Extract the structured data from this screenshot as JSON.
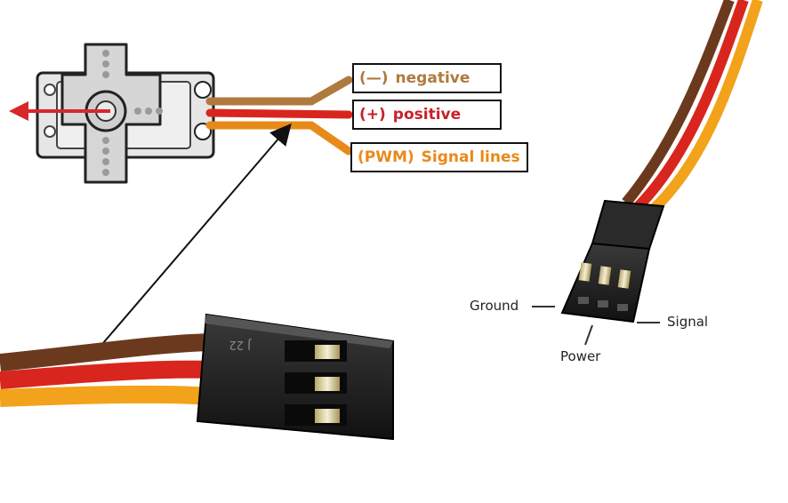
{
  "labels": {
    "negative": {
      "symbol": "(—)",
      "text": "negative",
      "color": "#b07a3e"
    },
    "positive": {
      "symbol": "(+)",
      "text": "positive",
      "color": "#c8202a"
    },
    "signal": {
      "symbol": "(PWM)",
      "text": "Signal lines",
      "color": "#e88a1a"
    }
  },
  "connector_pins": {
    "ground": "Ground",
    "power": "Power",
    "signal": "Signal"
  },
  "connector_marking": "J 22",
  "wire_colors": {
    "brown": "#6b3a1e",
    "red": "#d8261e",
    "orange": "#f2a31b"
  },
  "icons": {
    "servo": "servo-motor-icon",
    "arrow": "rotation-arrow-icon"
  }
}
